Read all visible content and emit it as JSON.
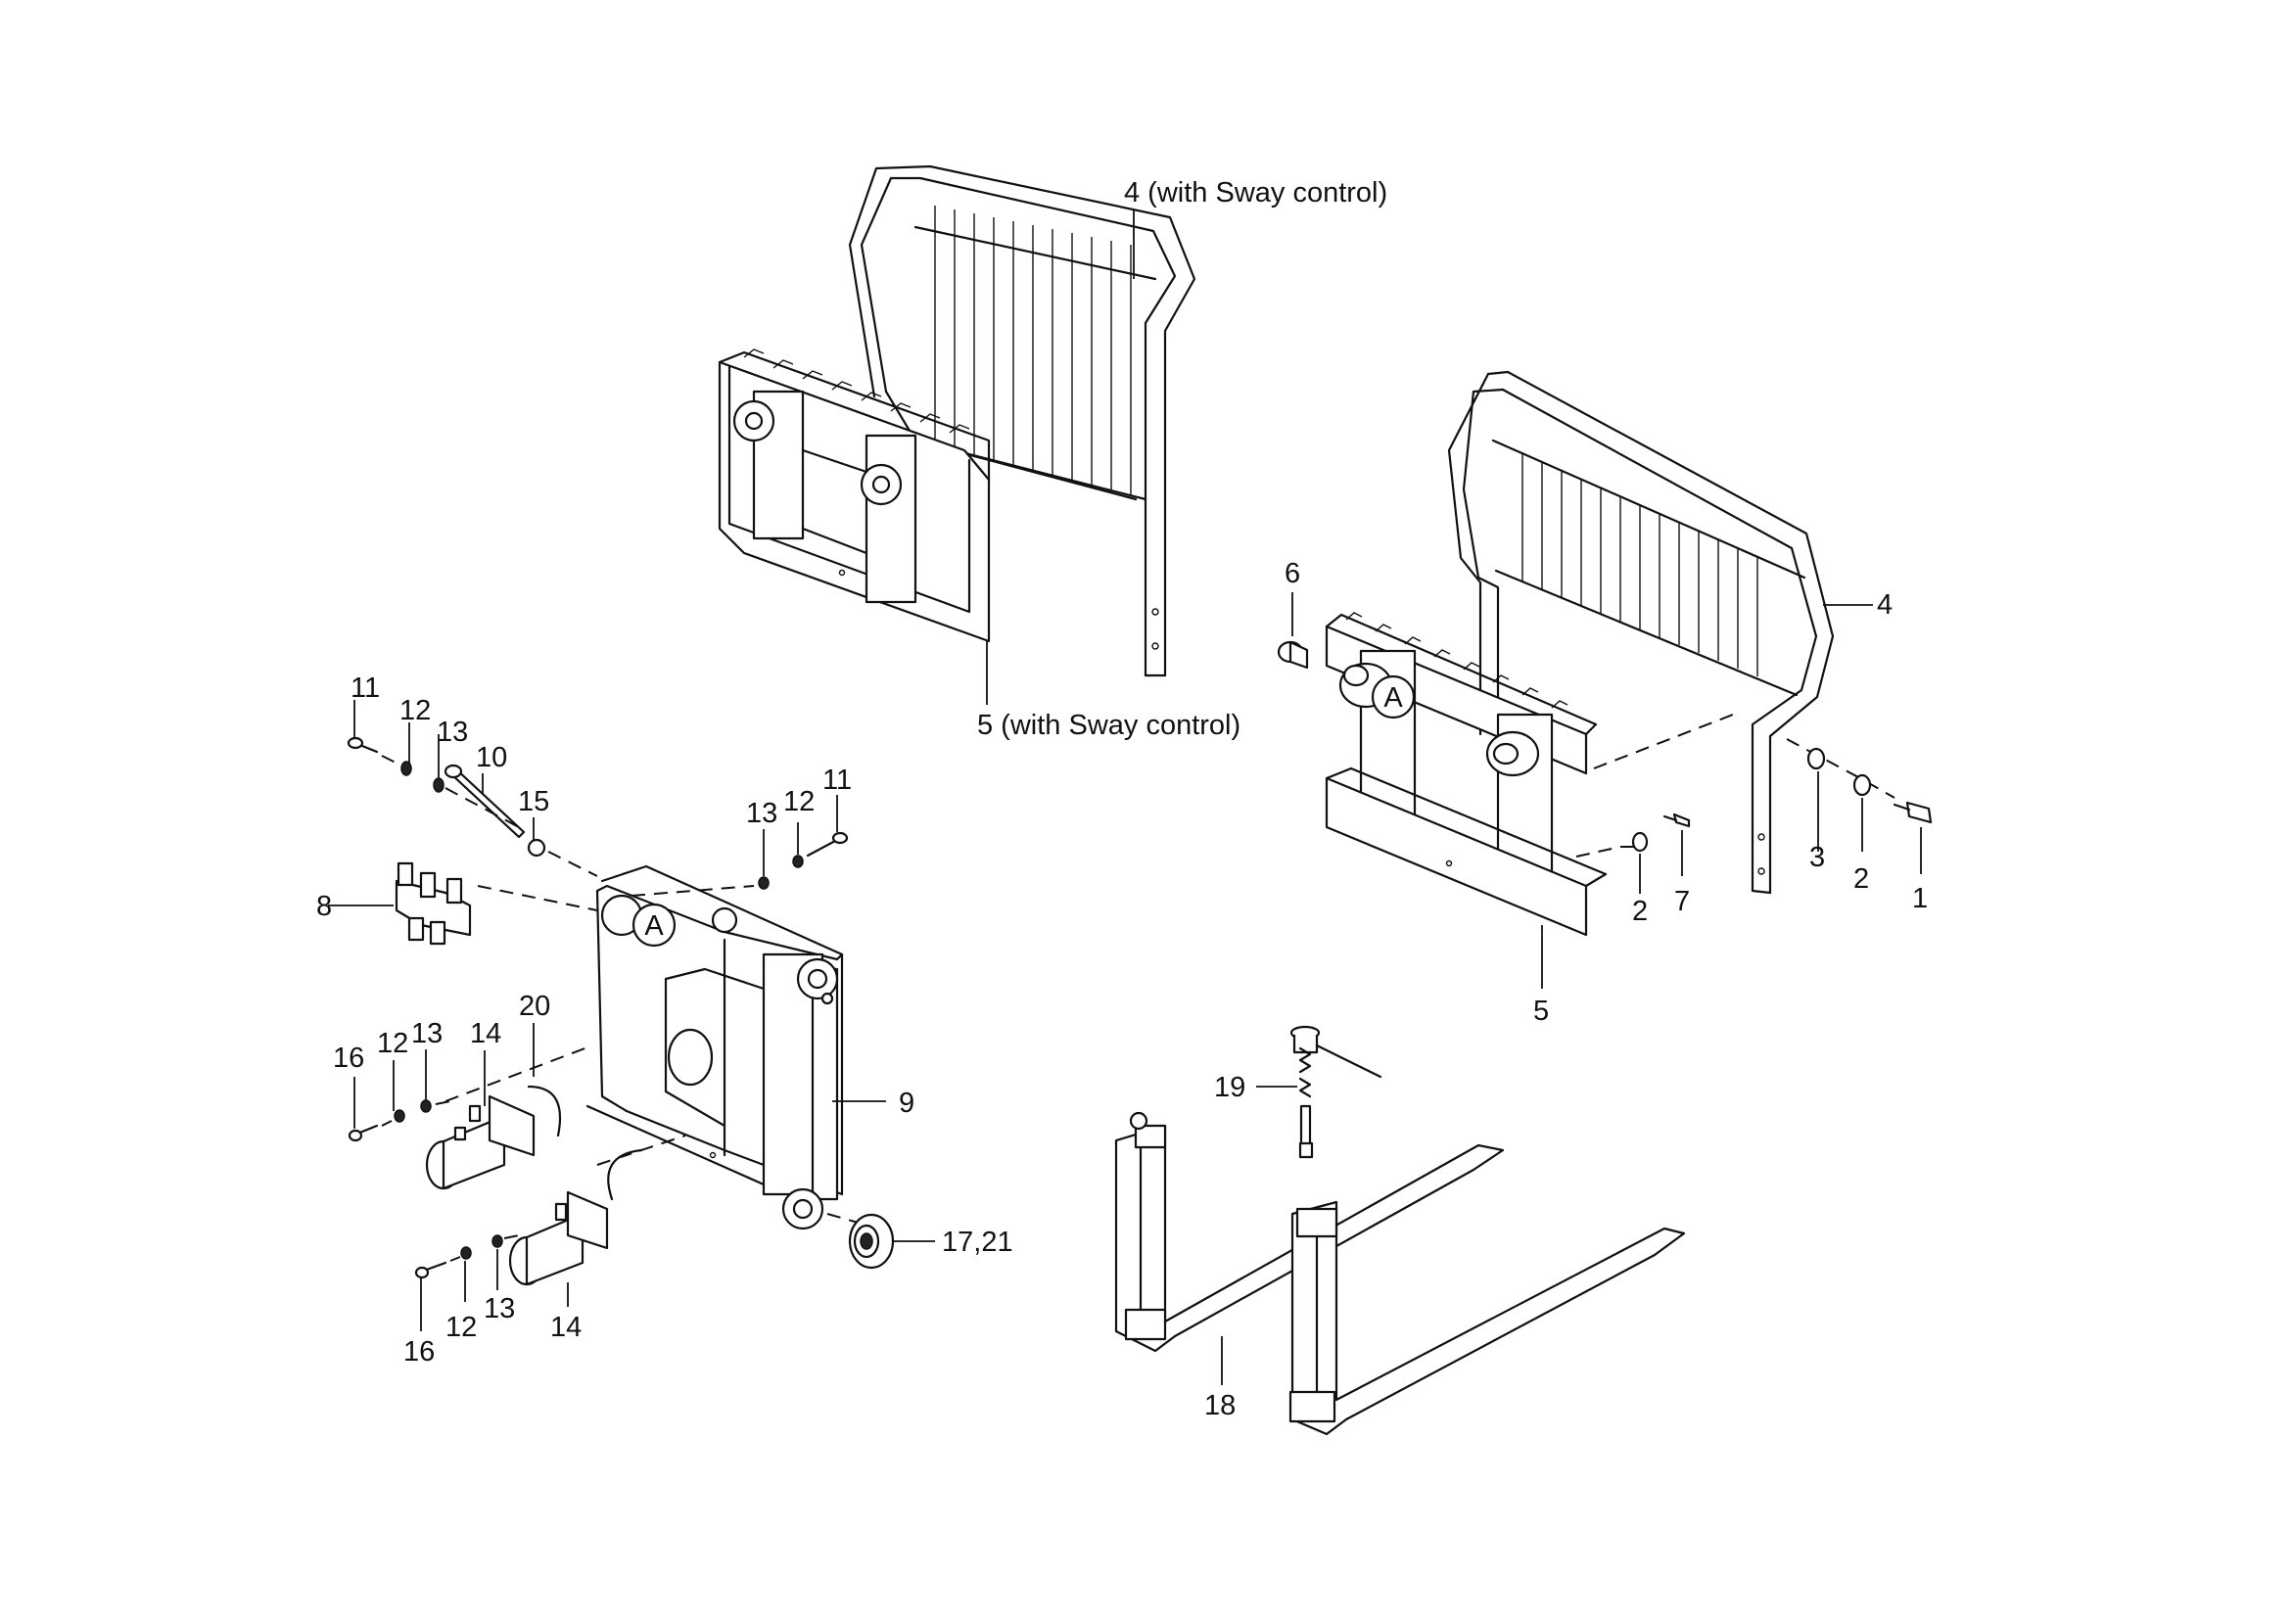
{
  "callouts": {
    "c4_top": "4 (with Sway control)",
    "c5_top": "5 (with Sway control)",
    "c4_right": "4",
    "c6": "6",
    "c1": "1",
    "c2_a": "2",
    "c2_b": "2",
    "c3": "3",
    "c7": "7",
    "c5_right": "5",
    "c8": "8",
    "c9": "9",
    "c10": "10",
    "c11_a": "11",
    "c11_b": "11",
    "c12_a": "12",
    "c12_b": "12",
    "c12_c": "12",
    "c12_d": "12",
    "c13_a": "13",
    "c13_b": "13",
    "c13_c": "13",
    "c13_d": "13",
    "c14_a": "14",
    "c14_b": "14",
    "c15": "15",
    "c16_a": "16",
    "c16_b": "16",
    "c1721": "17,21",
    "c18": "18",
    "c19": "19",
    "c20": "20"
  },
  "detail_markers": {
    "marker_a_right": "A",
    "marker_a_left": "A"
  }
}
